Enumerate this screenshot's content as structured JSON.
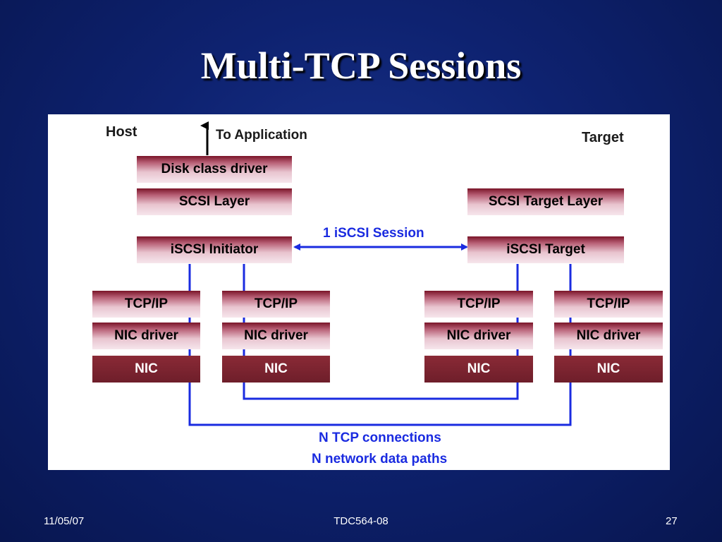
{
  "slide": {
    "title": "Multi-TCP Sessions",
    "footer": {
      "date": "11/05/07",
      "course": "TDC564-08",
      "page": "27"
    }
  },
  "diagram": {
    "host_label": "Host",
    "target_label": "Target",
    "to_application": "To Application",
    "host_stack": {
      "disk_class_driver": "Disk class driver",
      "scsi_layer": "SCSI Layer",
      "iscsi_initiator": "iSCSI Initiator"
    },
    "target_stack": {
      "scsi_target_layer": "SCSI Target Layer",
      "iscsi_target": "iSCSI Target"
    },
    "session_label": "1 iSCSI Session",
    "nic_stacks": [
      {
        "tcp": "TCP/IP",
        "driver": "NIC driver",
        "nic": "NIC"
      },
      {
        "tcp": "TCP/IP",
        "driver": "NIC driver",
        "nic": "NIC"
      },
      {
        "tcp": "TCP/IP",
        "driver": "NIC driver",
        "nic": "NIC"
      },
      {
        "tcp": "TCP/IP",
        "driver": "NIC driver",
        "nic": "NIC"
      }
    ],
    "connections_label": "N TCP connections",
    "paths_label": "N network data paths",
    "colors": {
      "box_dark": "#7a1428",
      "box_light": "#f6e6ec",
      "link_blue": "#1a2be0"
    }
  }
}
